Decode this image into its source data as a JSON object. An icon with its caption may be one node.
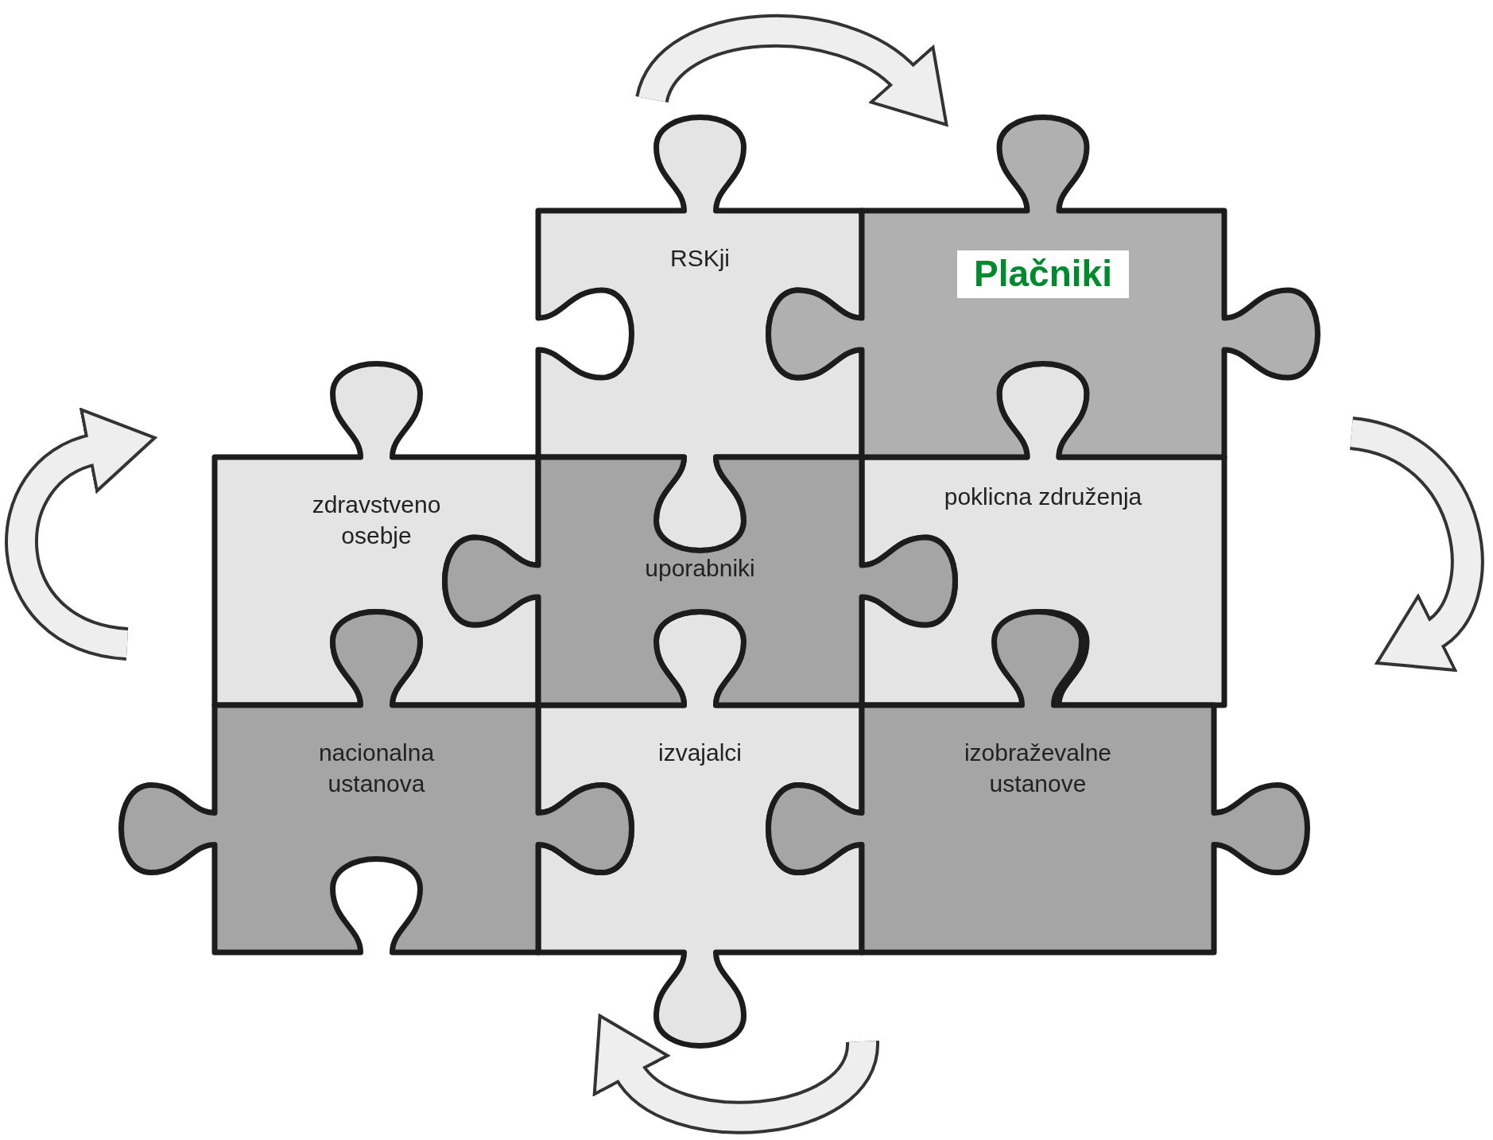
{
  "diagram": {
    "nodes": [
      {
        "text": [
          "RSKji"
        ]
      },
      {
        "text": [
          "Plačniki"
        ]
      },
      {
        "text": [
          "zdravstveno osebje"
        ]
      },
      {
        "text": [
          "uporabniki"
        ]
      },
      {
        "text": [
          "poklicna združenja"
        ]
      },
      {
        "text": [
          "nacionalna ustanova"
        ]
      },
      {
        "text": [
          "izvajalci"
        ]
      },
      {
        "text": [
          "izobraževalne ustanove"
        ]
      }
    ]
  }
}
